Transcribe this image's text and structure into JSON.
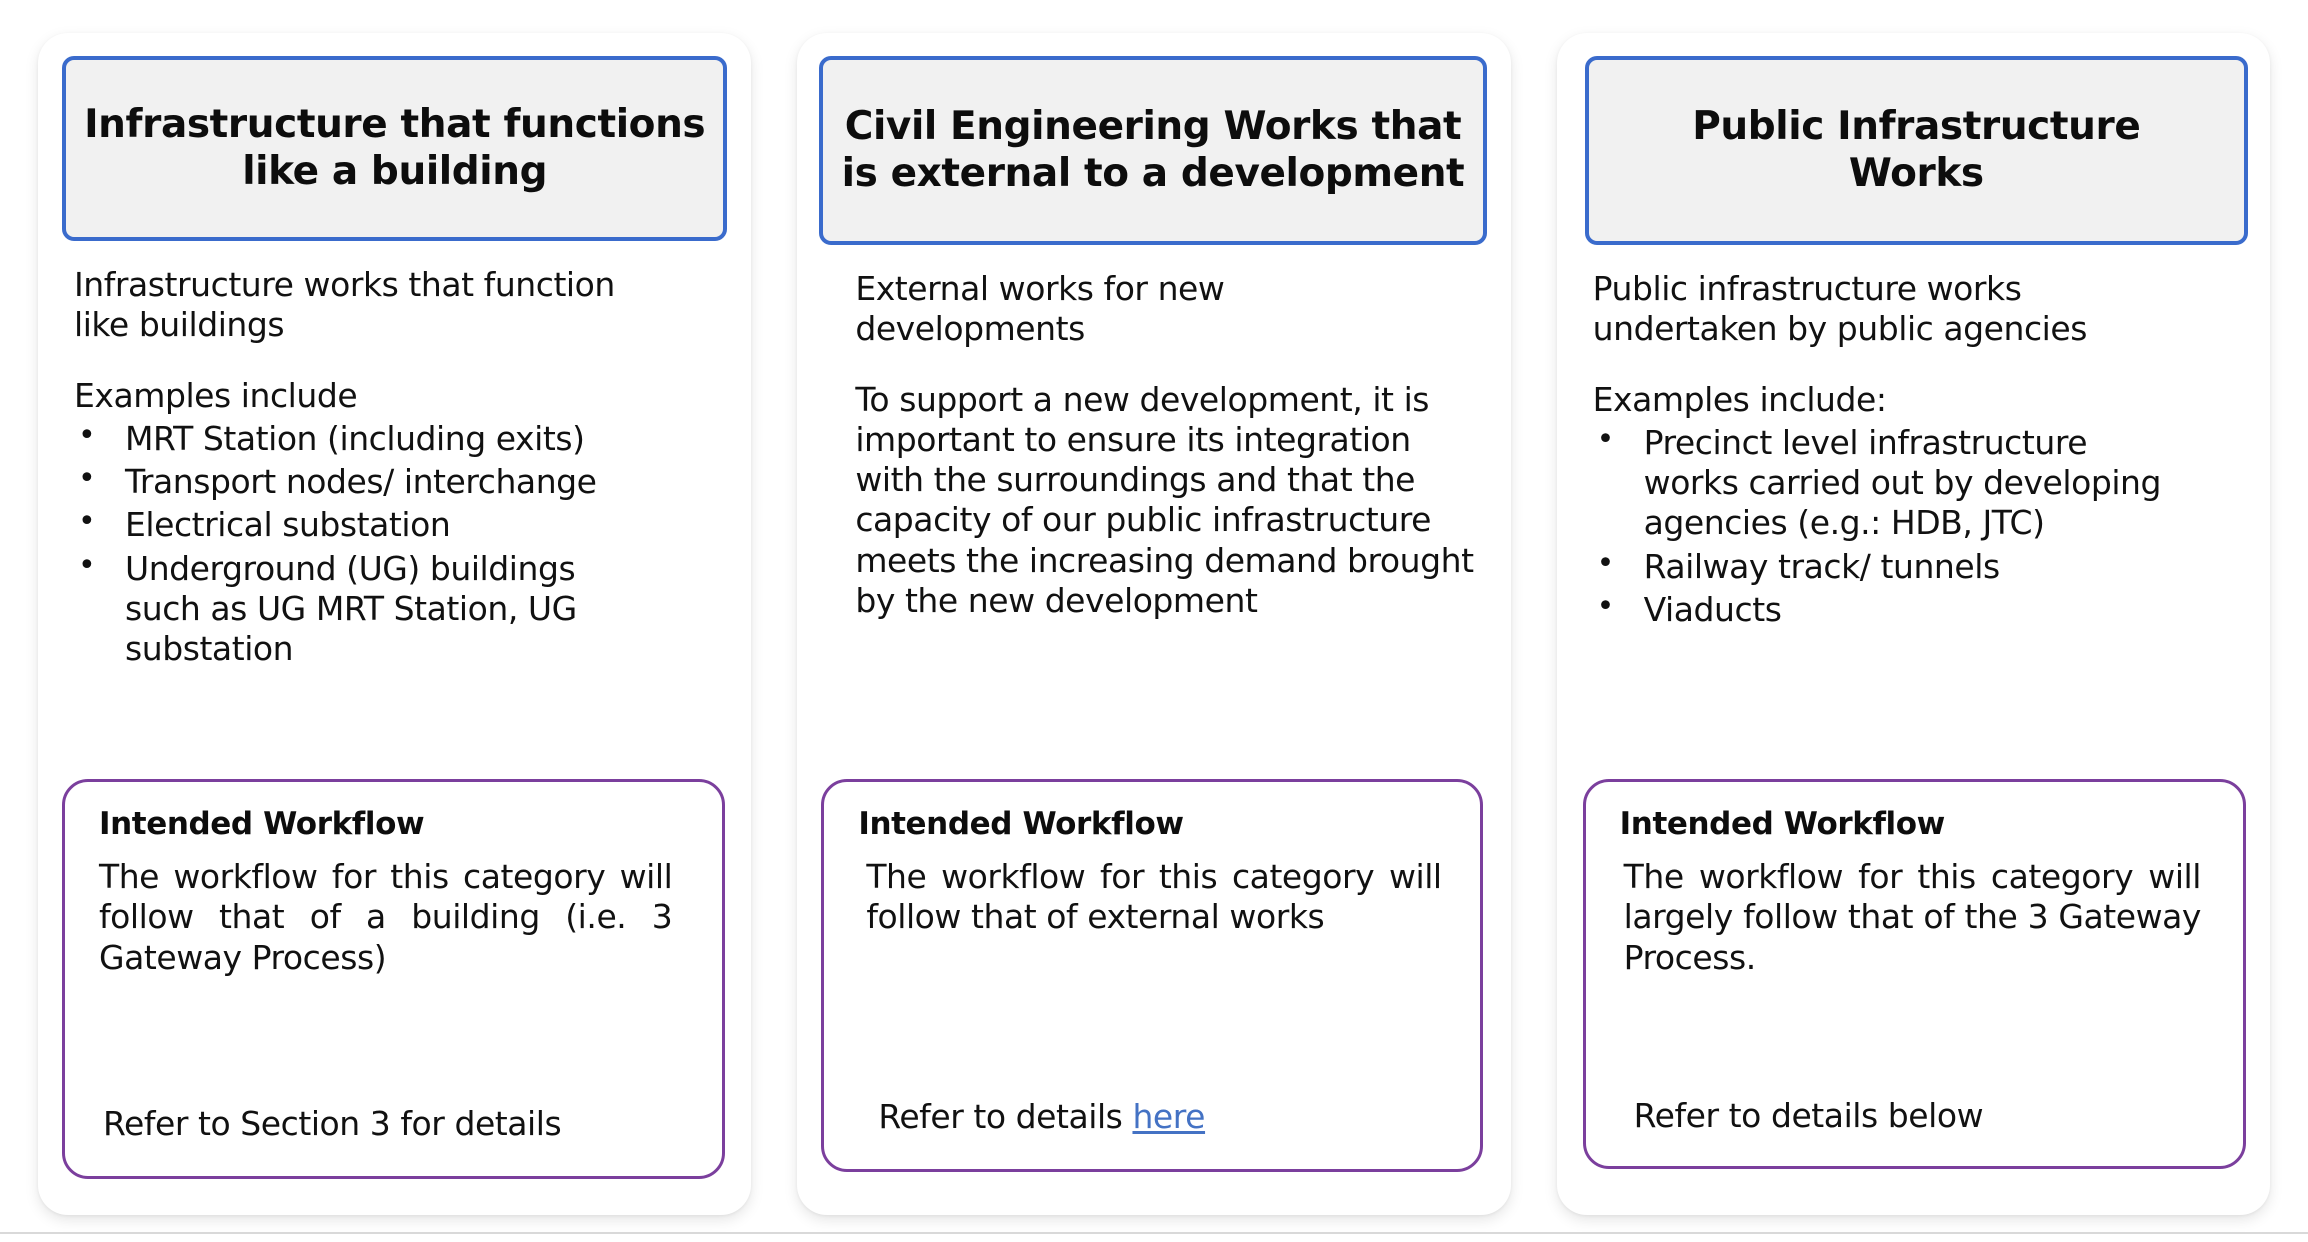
{
  "columns": [
    {
      "header": "Infrastructure that functions\nlike a building",
      "lead": "Infrastructure works that function\nlike buildings",
      "examples_label": "Examples include",
      "bullets": [
        "MRT Station (including exits)",
        "Transport nodes/ interchange",
        "Electrical substation",
        "Underground (UG) buildings\nsuch as UG MRT Station, UG\nsubstation"
      ],
      "workflow": {
        "title": "Intended Workflow",
        "body": "The workflow for this category will follow that of a building (i.e. 3 Gateway Process)",
        "footer": "Refer to Section 3 for details"
      }
    },
    {
      "header": "Civil Engineering Works that\nis external to a development",
      "lead": "External works for new\ndevelopments",
      "paragraph": "To support a new development, it is important to ensure its integration with the surroundings and that the capacity of our public infrastructure meets the increasing demand brought by the new development",
      "workflow": {
        "title": "Intended Workflow",
        "body": "The workflow for this category will follow that of external works",
        "footer_prefix": "Refer to details ",
        "footer_link": "here"
      }
    },
    {
      "header": "Public Infrastructure\nWorks",
      "lead": "Public infrastructure works\nundertaken by public agencies",
      "examples_label": "Examples include:",
      "bullets": [
        "Precinct level infrastructure\nworks carried out by developing\nagencies  (e.g.: HDB, JTC)",
        "Railway track/ tunnels",
        "Viaducts"
      ],
      "workflow": {
        "title": "Intended Workflow",
        "body": "The workflow for this category will largely follow that of the 3 Gateway Process.",
        "footer": "Refer to details below"
      }
    }
  ],
  "colors": {
    "header_border": "#3a6bcc",
    "header_fill": "#f1f1f1",
    "workflow_border": "#7b3f9d",
    "link": "#4472c4",
    "text": "#111111"
  }
}
